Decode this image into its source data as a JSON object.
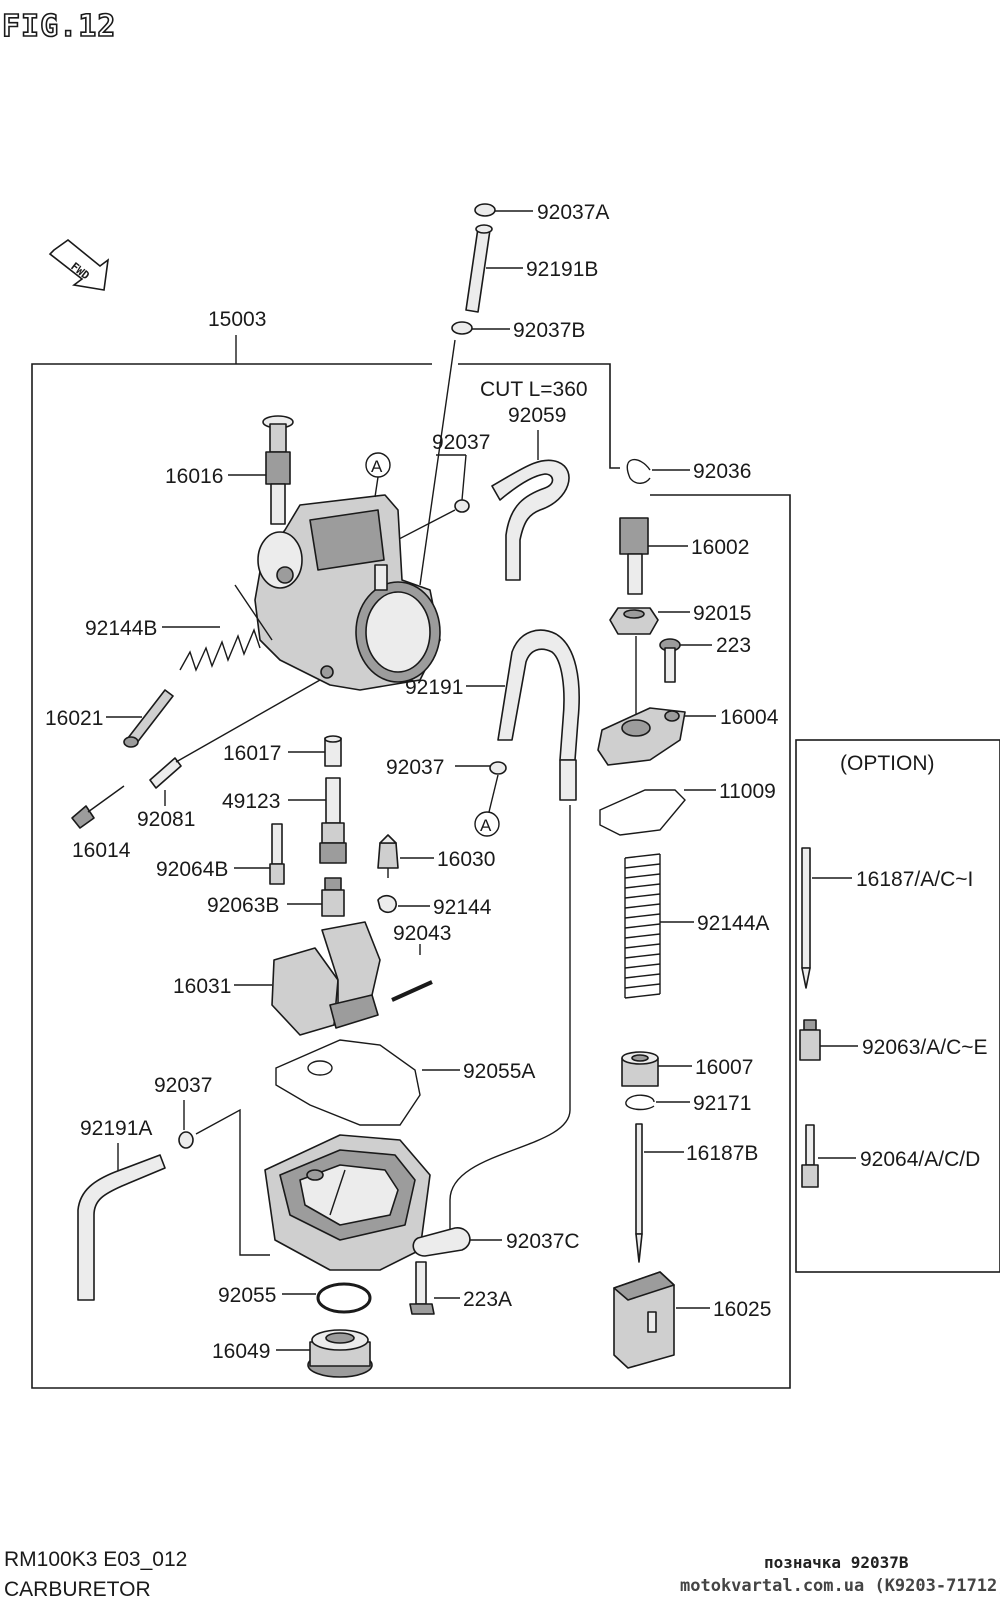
{
  "figure_title": "FIG.12",
  "front_marker": "FWD",
  "assembly_number": "15003",
  "cut_note": "CUT L=360",
  "reference_letter": "A",
  "option_title": "(OPTION)",
  "labels": {
    "p92037A": "92037A",
    "p92191B": "92191B",
    "p92037B": "92037B",
    "p92059": "92059",
    "p92037_top": "92037",
    "p92036": "92036",
    "p16002": "16002",
    "p92015": "92015",
    "p223": "223",
    "p16004": "16004",
    "p11009": "11009",
    "p16016": "16016",
    "p92144B": "92144B",
    "p16021": "16021",
    "p92191": "92191",
    "p16017": "16017",
    "p92037_mid": "92037",
    "p49123": "49123",
    "p92081": "92081",
    "p16014": "16014",
    "p16030": "16030",
    "p92064B": "92064B",
    "p92063B": "92063B",
    "p92144": "92144",
    "p92043": "92043",
    "p16031": "16031",
    "p92144A": "92144A",
    "p92055A": "92055A",
    "p16007": "16007",
    "p92171": "92171",
    "p92037_low": "92037",
    "p92191A": "92191A",
    "p16187B": "16187B",
    "p92037C": "92037C",
    "p92055": "92055",
    "p223A": "223A",
    "p16025": "16025",
    "p16049": "16049",
    "opt16187": "16187/A/C~I",
    "opt92063": "92063/A/C~E",
    "opt92064": "92064/A/C/D"
  },
  "footer": {
    "model_code": "RM100K3 E03_012",
    "section": "CARBURETOR",
    "note": "позначка 92037B",
    "watermark": "motokvartal.com.ua (K9203-71712)"
  }
}
